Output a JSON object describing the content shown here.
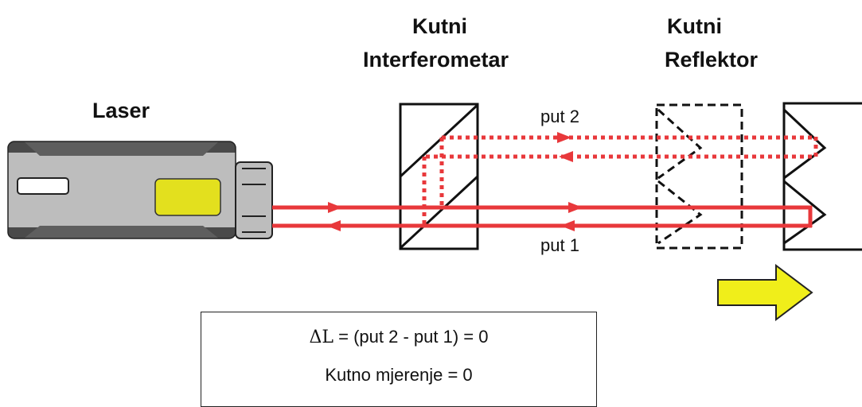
{
  "labels": {
    "laser": "Laser",
    "interferometer_line1": "Kutni",
    "interferometer_line2": "Interferometar",
    "reflector_line1": "Kutni",
    "reflector_line2": "Reflektor",
    "path2": "put 2",
    "path1": "put 1"
  },
  "equation": {
    "delta_symbol": "ΔL",
    "delta_rest": " = (put 2 - put 1) = 0",
    "result": "Kutno mjerenje = 0"
  },
  "colors": {
    "beam": "#e8383b",
    "laser_body": "#bdbdbd",
    "laser_dark": "#4a4a4a",
    "laser_window": "#e3e01e",
    "arrow": "#f0ee1a"
  },
  "icons": [
    "laser-device-icon",
    "angular-interferometer-icon",
    "angular-reflector-icon",
    "movement-arrow-icon"
  ]
}
